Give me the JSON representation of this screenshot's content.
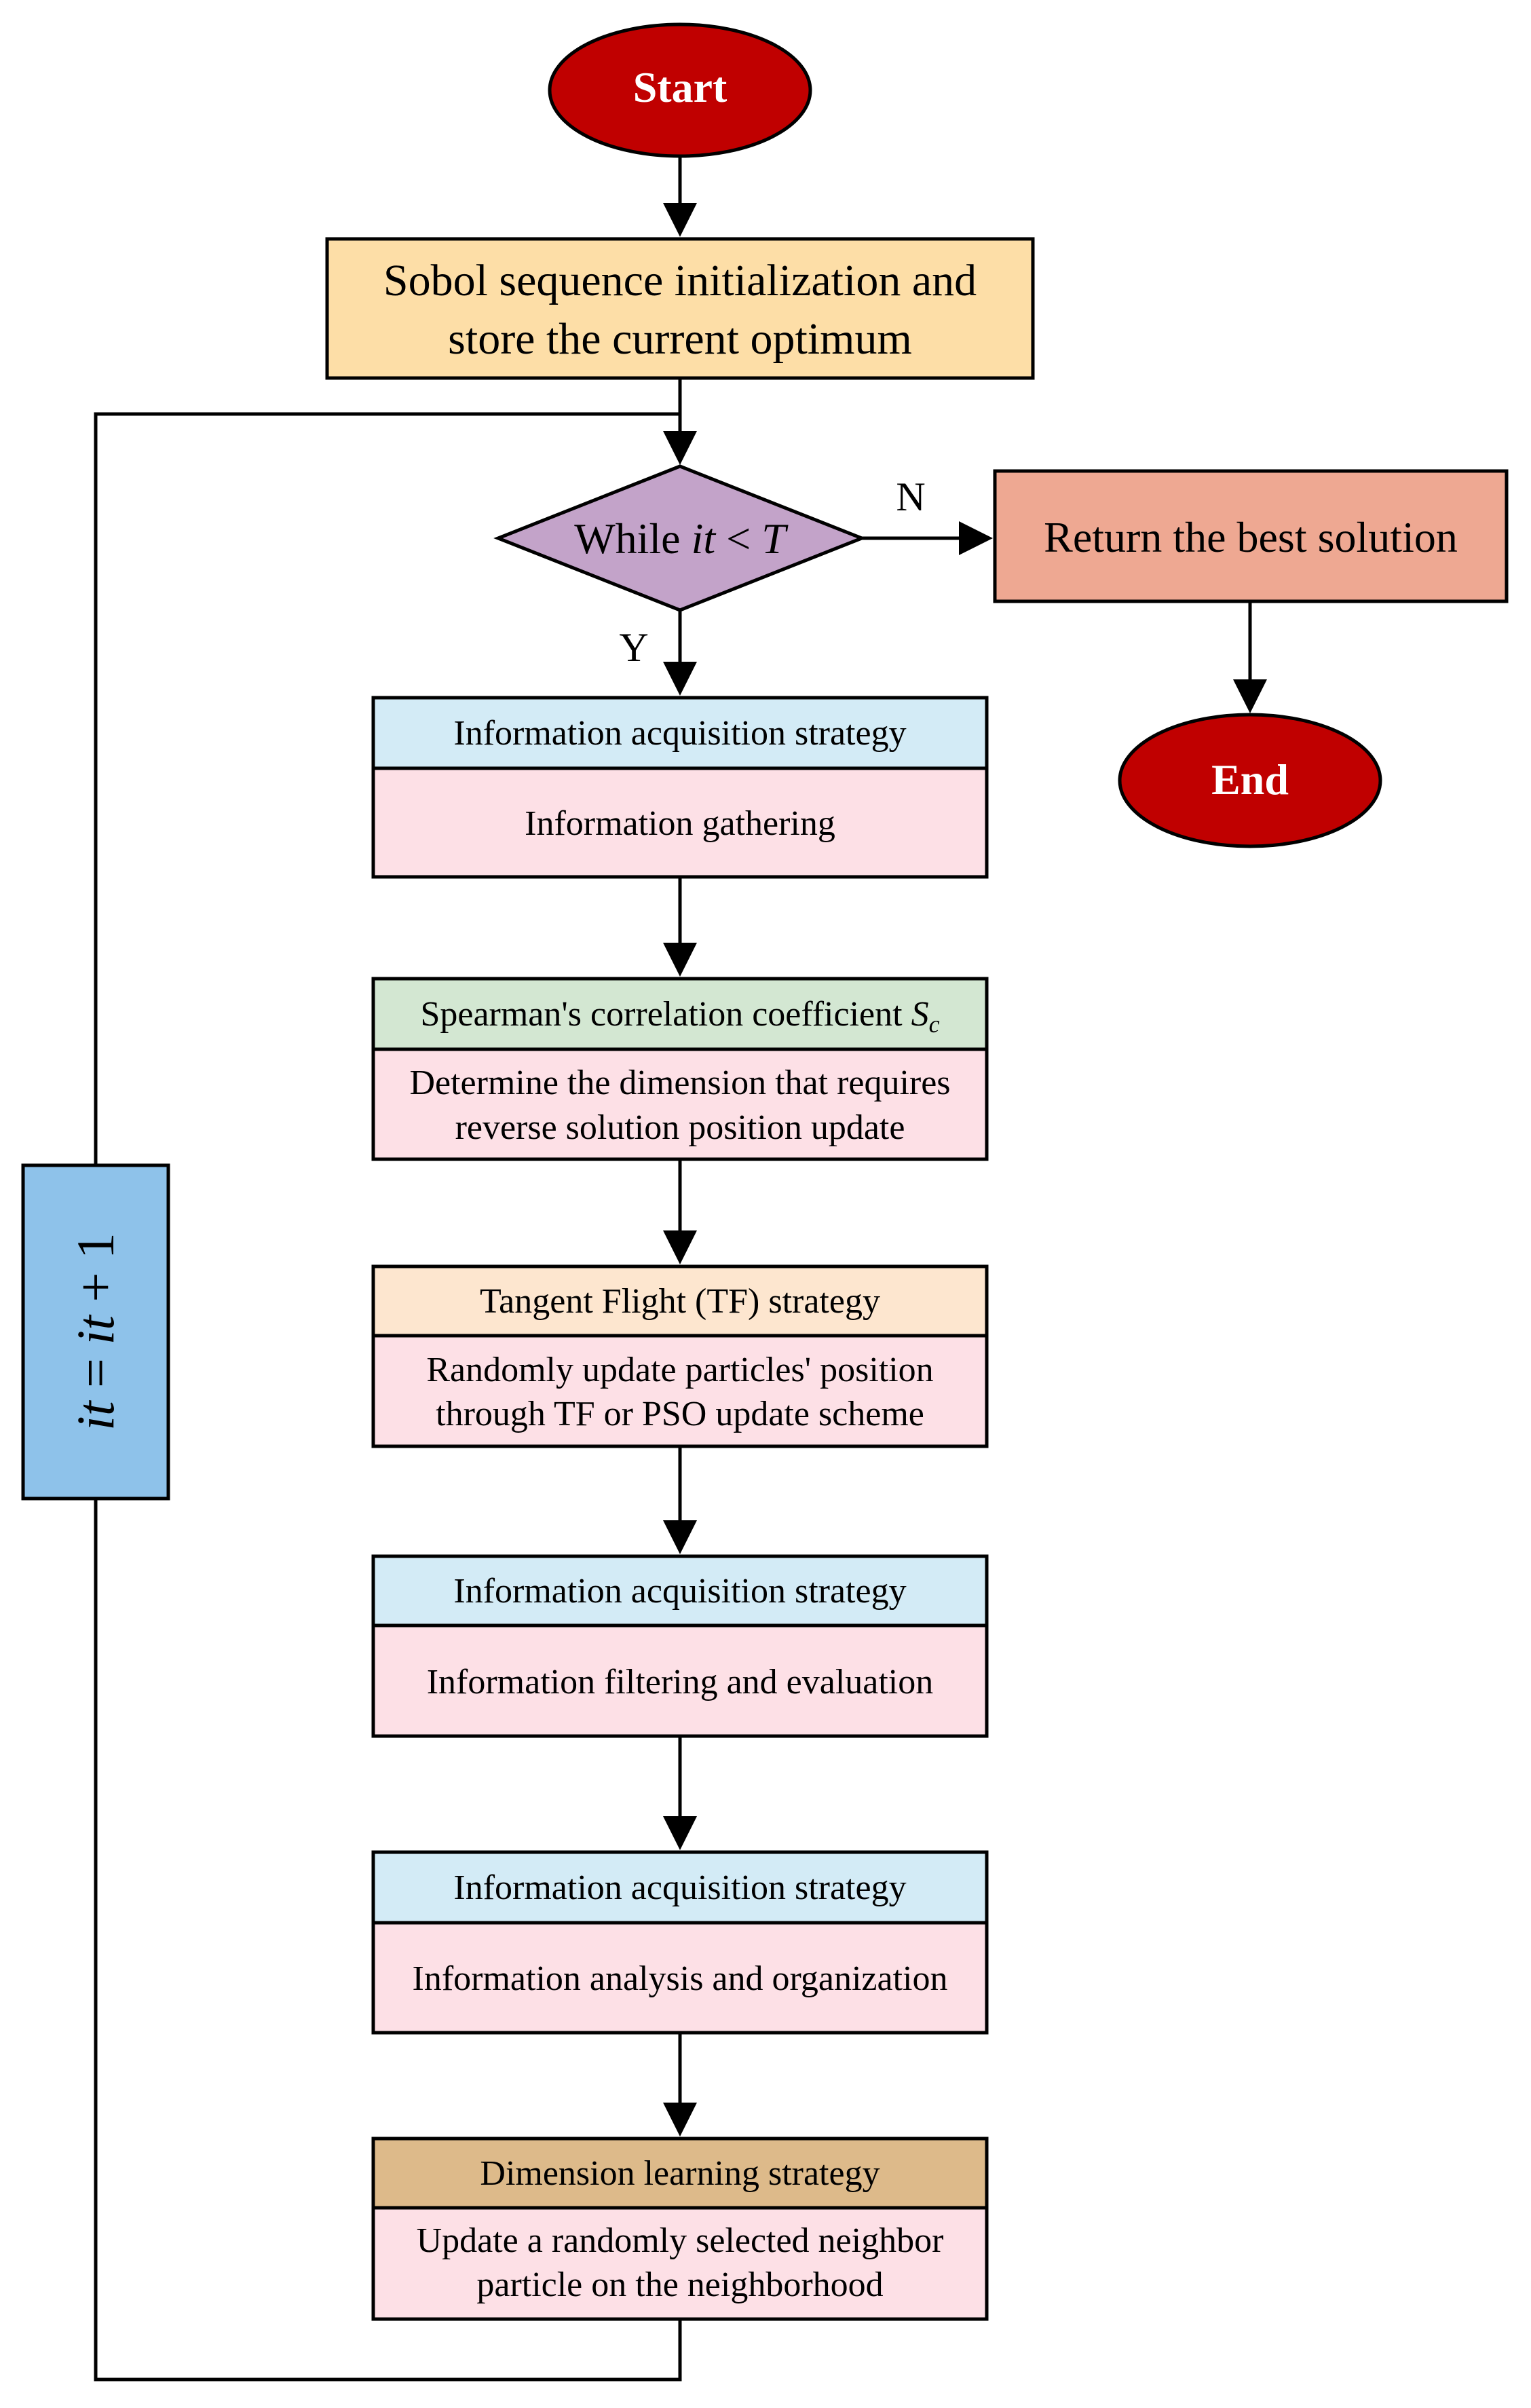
{
  "colors": {
    "terminal": "#c00000",
    "init": "#fddea7",
    "decision": "#c3a3c9",
    "return": "#eea892",
    "loop": "#8ec2ea",
    "header_blue": "#d3ebf6",
    "header_green": "#d3e7d2",
    "header_peach": "#fde6cf",
    "header_tan": "#ddba8a",
    "body_pink": "#fde0e6"
  },
  "start": {
    "label": "Start"
  },
  "end": {
    "label": "End"
  },
  "init": {
    "line1": "Sobol sequence initialization and",
    "line2": "store the current optimum"
  },
  "decision": {
    "prefix": "While ",
    "var1": "it",
    "op": " < ",
    "var2": "T"
  },
  "branch_no": "N",
  "branch_yes": "Y",
  "return_box": {
    "label": "Return the best solution"
  },
  "loop_box": {
    "var1": "it",
    "op1": " = ",
    "var2": "it",
    "op2": " + 1"
  },
  "steps": [
    {
      "header": "Information acquisition strategy",
      "body": [
        "Information gathering"
      ]
    },
    {
      "header": "Spearman's correlation coefficient ",
      "header_sym": "S",
      "header_sub": "c",
      "body": [
        "Determine the dimension that requires",
        "reverse solution position update"
      ]
    },
    {
      "header": "Tangent Flight (TF) strategy",
      "body": [
        "Randomly update particles' position",
        "through TF or PSO update scheme"
      ]
    },
    {
      "header": "Information acquisition strategy",
      "body": [
        "Information filtering and evaluation"
      ]
    },
    {
      "header": "Information acquisition strategy",
      "body": [
        "Information analysis and organization"
      ]
    },
    {
      "header": "Dimension learning strategy",
      "body": [
        "Update a randomly selected neighbor",
        "particle on the neighborhood"
      ]
    }
  ]
}
